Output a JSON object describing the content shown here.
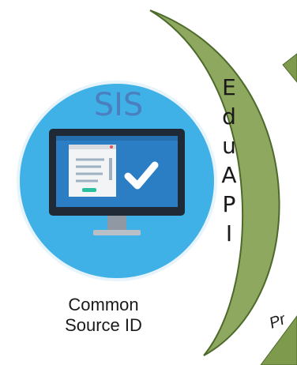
{
  "sis": {
    "title": "SIS",
    "caption_line1": "Common",
    "caption_line2": "Source ID",
    "icon": "computer-monitor-checkmark-icon"
  },
  "edu_api": {
    "letters": [
      "E",
      "d",
      "u",
      "A",
      "P",
      "I"
    ]
  },
  "partial": {
    "corner_text": "Pr"
  },
  "colors": {
    "circle": "#3fb1e6",
    "circle_edge": "#e8f4fb",
    "crescent_fill": "#8fa85f",
    "crescent_stroke": "#4c6a2c",
    "arrow_fill": "#7e9a4d",
    "monitor_screen": "#2b7dc4",
    "check": "#ffffff",
    "sis_text": "#4a7fc0"
  }
}
